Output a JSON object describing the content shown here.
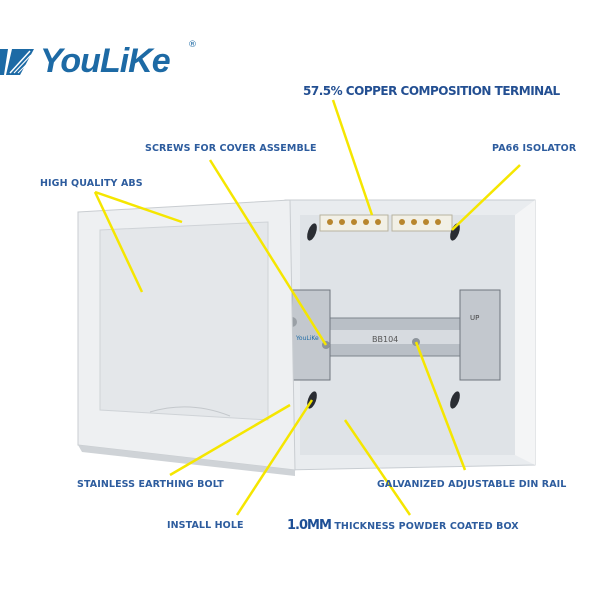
{
  "brand": {
    "name": "YouLiKe",
    "registered_mark": "®"
  },
  "callouts": {
    "copper_terminal": "57.5% COPPER COMPOSITION TERMINAL",
    "screws": "SCREWS FOR COVER ASSEMBLE",
    "isolator": "PA66 ISOLATOR",
    "abs": "HIGH QUALITY ABS",
    "earthing_bolt": "STAINLESS EARTHING BOLT",
    "din_rail": "GALVANIZED ADJUSTABLE DIN RAIL",
    "install_hole": "INSTALL HOLE",
    "thickness_prefix": "1.0MM",
    "thickness_rest": "THICKNESS POWDER COATED BOX"
  },
  "product": {
    "rail_marking": "BB104",
    "bracket_marking": "UP",
    "bracket_brand": "YouLiKe"
  },
  "colors": {
    "label": "#2d5c9e",
    "leader": "#f5e600",
    "brand": "#1d6aa5"
  }
}
